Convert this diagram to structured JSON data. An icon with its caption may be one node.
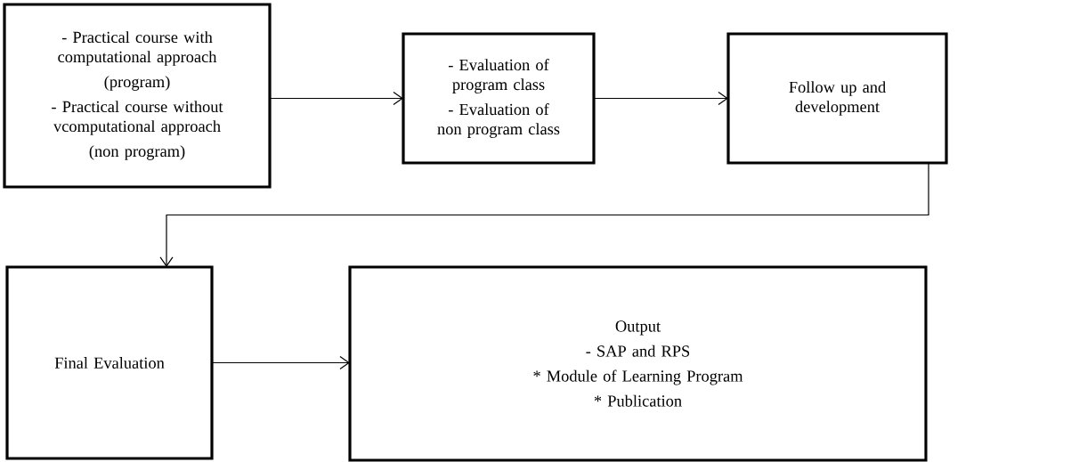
{
  "diagram": {
    "nodes": [
      {
        "text": [
          "- Practical course with computational approach",
          "(program)",
          "- Practical course without vcomputational approach",
          "(non program)"
        ]
      },
      {
        "text": [
          "- Evaluation of program class",
          "- Evaluation of non program class"
        ]
      },
      {
        "text": [
          "Follow up and development"
        ]
      },
      {
        "text": [
          "Final Evaluation"
        ]
      },
      {
        "text": [
          "Output",
          "- SAP and RPS",
          "* Module of Learning Program",
          "* Publication"
        ]
      }
    ],
    "edges": [
      {
        "from": 0,
        "to": 1,
        "arrow": "to"
      },
      {
        "from": 1,
        "to": 2,
        "arrow": "to"
      },
      {
        "from": 2,
        "to": 3,
        "arrow": "to"
      },
      {
        "from": 3,
        "to": 4,
        "arrow": "to"
      }
    ]
  }
}
